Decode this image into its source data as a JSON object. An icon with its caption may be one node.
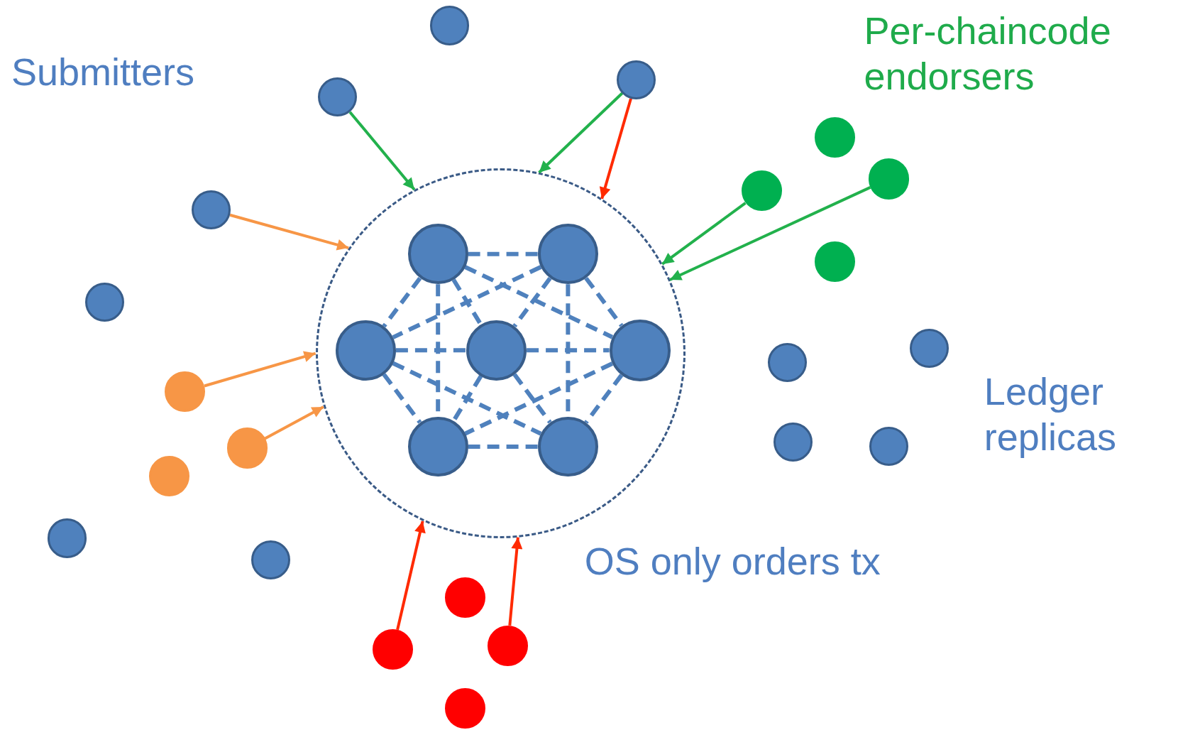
{
  "diagram": {
    "nodes": [
      {
        "text": [],
        "shape": "circle"
      },
      {
        "text": [],
        "shape": "circle",
        "in": 0
      },
      {
        "text": [],
        "shape": "circle",
        "in": 0
      },
      {
        "text": [],
        "shape": "circle",
        "in": 0
      },
      {
        "text": [],
        "shape": "circle",
        "in": 0
      },
      {
        "text": [],
        "shape": "circle",
        "in": 0
      },
      {
        "text": [],
        "shape": "circle",
        "in": 0
      },
      {
        "text": [],
        "shape": "circle",
        "in": 0
      },
      {
        "text": [],
        "shape": "circle"
      },
      {
        "text": [],
        "shape": "circle"
      },
      {
        "text": [],
        "shape": "circle"
      },
      {
        "text": [],
        "shape": "circle"
      },
      {
        "text": [],
        "shape": "circle"
      },
      {
        "text": [],
        "shape": "circle"
      },
      {
        "text": [],
        "shape": "circle"
      },
      {
        "text": [],
        "shape": "circle"
      },
      {
        "text": [],
        "shape": "circle"
      },
      {
        "text": [],
        "shape": "circle"
      },
      {
        "text": [],
        "shape": "circle"
      },
      {
        "text": [],
        "shape": "circle"
      },
      {
        "text": [],
        "shape": "circle"
      },
      {
        "text": [],
        "shape": "circle"
      },
      {
        "text": [],
        "shape": "circle"
      },
      {
        "text": [],
        "shape": "circle"
      },
      {
        "text": [],
        "shape": "circle"
      },
      {
        "text": [],
        "shape": "circle"
      },
      {
        "text": [],
        "shape": "circle"
      },
      {
        "text": [],
        "shape": "circle"
      },
      {
        "text": [],
        "shape": "circle"
      },
      {
        "text": [],
        "shape": "circle"
      }
    ],
    "edges": [
      {
        "from": 1,
        "to": 2,
        "arrow": "none",
        "style": "dashed"
      },
      {
        "from": 1,
        "to": 3,
        "arrow": "none",
        "style": "dashed"
      },
      {
        "from": 1,
        "to": 6,
        "arrow": "none",
        "style": "dashed"
      },
      {
        "from": 1,
        "to": 5,
        "arrow": "none",
        "style": "dashed"
      },
      {
        "from": 1,
        "to": 4,
        "arrow": "none",
        "style": "dashed"
      },
      {
        "from": 4,
        "to": 7,
        "arrow": "none",
        "style": "dashed"
      },
      {
        "from": 2,
        "to": 3,
        "arrow": "none",
        "style": "dashed"
      },
      {
        "from": 2,
        "to": 5,
        "arrow": "none",
        "style": "dashed"
      },
      {
        "from": 2,
        "to": 7,
        "arrow": "none",
        "style": "dashed"
      },
      {
        "from": 2,
        "to": 4,
        "arrow": "none",
        "style": "dashed"
      },
      {
        "from": 4,
        "to": 6,
        "arrow": "none",
        "style": "dashed"
      },
      {
        "from": 3,
        "to": 4,
        "arrow": "none",
        "style": "dashed"
      },
      {
        "from": 4,
        "to": 5,
        "arrow": "none",
        "style": "dashed"
      },
      {
        "from": 3,
        "to": 6,
        "arrow": "none",
        "style": "dashed"
      },
      {
        "from": 3,
        "to": 7,
        "arrow": "none",
        "style": "dashed"
      },
      {
        "from": 5,
        "to": 6,
        "arrow": "none",
        "style": "dashed"
      },
      {
        "from": 5,
        "to": 7,
        "arrow": "none",
        "style": "dashed"
      },
      {
        "from": 6,
        "to": 7,
        "arrow": "none",
        "style": "dashed"
      },
      {
        "from": 10,
        "to": 0,
        "arrow": "to",
        "color": "#22b14c"
      },
      {
        "from": 9,
        "to": 0,
        "arrow": "to",
        "color": "#22b14c"
      },
      {
        "from": 9,
        "to": 0,
        "arrow": "to",
        "color": "#ff2a00"
      },
      {
        "from": 14,
        "to": 0,
        "arrow": "to",
        "color": "#f79646"
      },
      {
        "from": 19,
        "to": 0,
        "arrow": "to",
        "color": "#f79646"
      },
      {
        "from": 22,
        "to": 0,
        "arrow": "to",
        "color": "#f79646"
      },
      {
        "from": 28,
        "to": 0,
        "arrow": "to",
        "color": "#ff2a00"
      },
      {
        "from": 27,
        "to": 0,
        "arrow": "to",
        "color": "#ff2a00"
      },
      {
        "from": 13,
        "to": 0,
        "arrow": "to",
        "color": "#22b14c"
      },
      {
        "from": 12,
        "to": 0,
        "arrow": "to",
        "color": "#22b14c"
      }
    ],
    "labels": [
      "Submitters",
      "Per-chaincode endorsers",
      "Ledger replicas",
      "OS only orders tx"
    ]
  }
}
